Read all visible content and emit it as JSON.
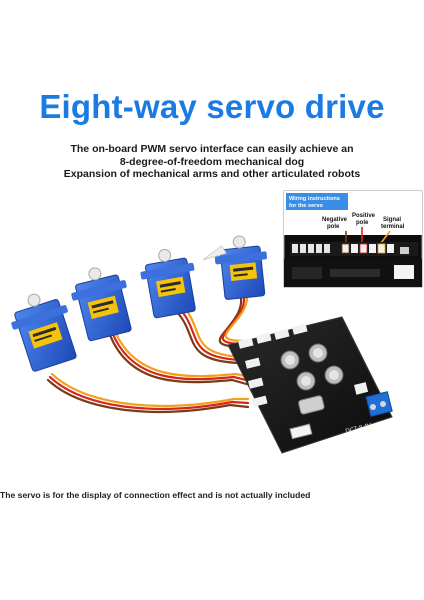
{
  "headline": "Eight-way servo drive",
  "subtitle_lines": [
    "The on-board PWM servo interface can easily achieve an",
    "8-degree-of-freedom mechanical dog"
  ],
  "subtitle2": "Expansion of mechanical arms and other articulated robots",
  "inset": {
    "header_lines": [
      "Wiring instructions",
      "for the servo"
    ],
    "negative_lines": [
      "Negative",
      "pole"
    ],
    "positive_lines": [
      "Positive",
      "pole"
    ],
    "signal_lines": [
      "Signal",
      "terminal"
    ]
  },
  "board_label": "DC7-8.4V",
  "footer": "The servo is for the display of connection effect and is not actually included",
  "colors": {
    "headline_blue": "#1c7be3",
    "inset_header": "#3a8ee6",
    "servo_blue": "#2b63d9",
    "pcb": "#141414",
    "wire_brown": "#7a3b16",
    "wire_red": "#d8261b",
    "wire_orange": "#f0a21c",
    "terminal_blue": "#1f6fd6"
  }
}
